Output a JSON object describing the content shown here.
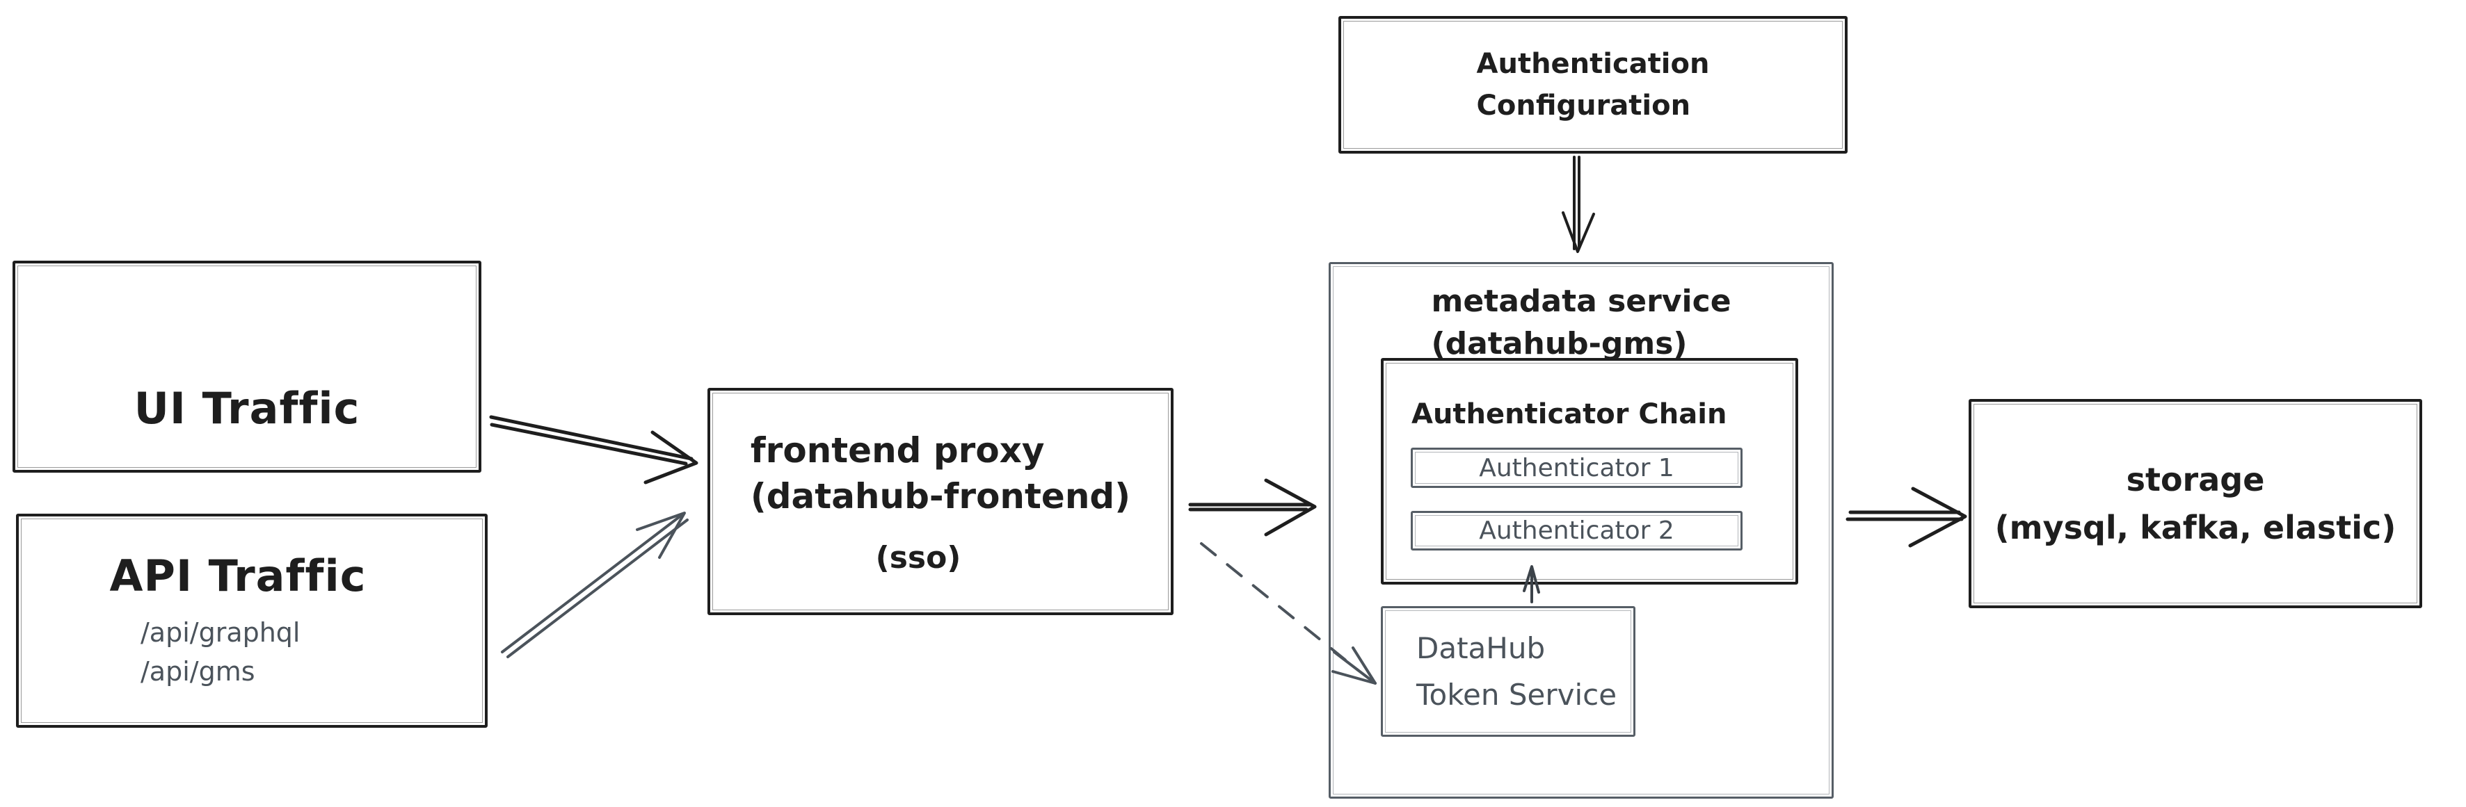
{
  "colors": {
    "ink": "#1e1e1e",
    "muted": "#4b535b",
    "background": "#ffffff"
  },
  "diagram": {
    "ui_traffic": {
      "label": "UI Traffic"
    },
    "api_traffic": {
      "label": "API Traffic",
      "endpoints": [
        "/api/graphql",
        "/api/gms"
      ]
    },
    "frontend_proxy": {
      "name": "frontend proxy",
      "subtitle": "(datahub-frontend)",
      "badge": "(sso)"
    },
    "auth_config": {
      "line1": "Authentication",
      "line2": "Configuration"
    },
    "metadata_service": {
      "name": "metadata service",
      "subtitle": "(datahub-gms)"
    },
    "authenticator_chain": {
      "title": "Authenticator Chain",
      "items": [
        "Authenticator 1",
        "Authenticator 2"
      ]
    },
    "token_service": {
      "line1": "DataHub",
      "line2": "Token Service"
    },
    "storage": {
      "name": "storage",
      "subtitle": "(mysql, kafka, elastic)"
    }
  }
}
